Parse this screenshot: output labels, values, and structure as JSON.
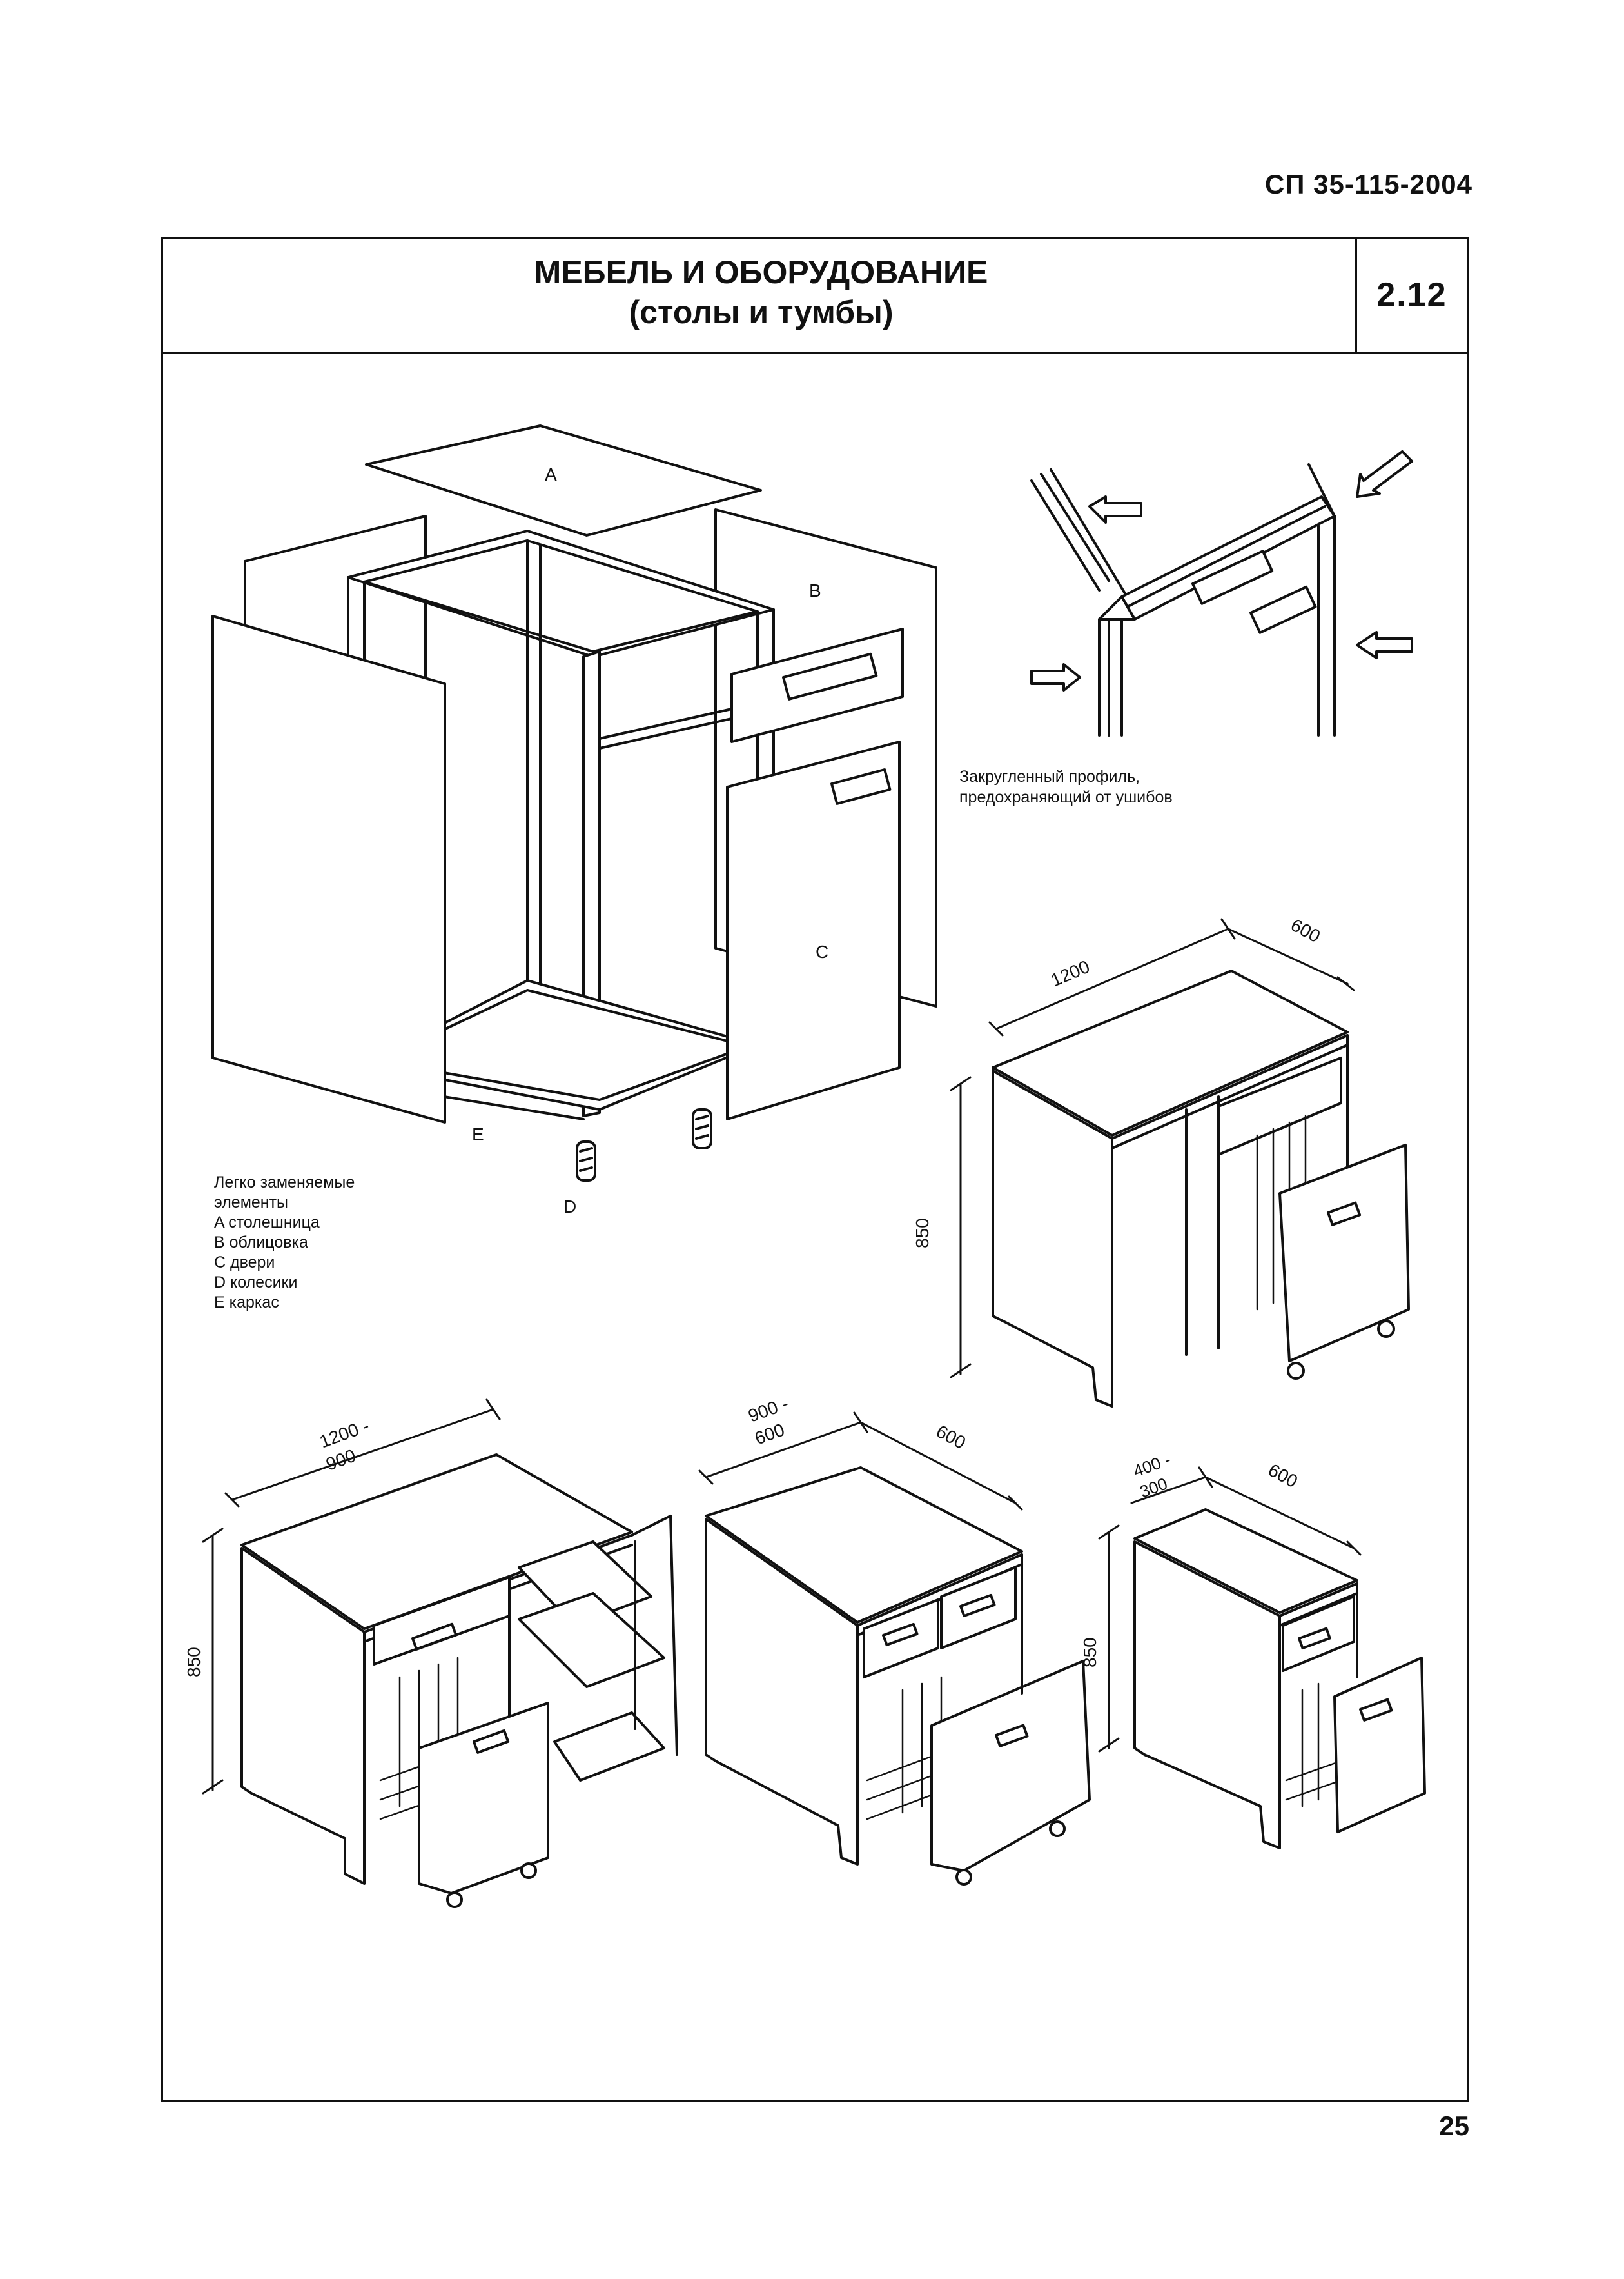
{
  "document": {
    "code": "СП 35-115-2004",
    "page_number": "25"
  },
  "sheet": {
    "title": "МЕБЕЛЬ И ОБОРУДОВАНИЕ",
    "subtitle": "(столы и тумбы)",
    "number": "2.12"
  },
  "exploded_view": {
    "part_labels": {
      "a": "A",
      "b": "B",
      "c": "C",
      "d": "D",
      "e": "E"
    }
  },
  "profile_detail": {
    "caption_line1": "Закругленный профиль,",
    "caption_line2": "предохраняющий от ушибов"
  },
  "legend": {
    "heading_line1": "Легко заменяемые",
    "heading_line2": "элементы",
    "items": [
      {
        "key": "A",
        "text": "столешница"
      },
      {
        "key": "B",
        "text": "облицовка"
      },
      {
        "key": "C",
        "text": "двери"
      },
      {
        "key": "D",
        "text": "колесики"
      },
      {
        "key": "E",
        "text": "каркас"
      }
    ]
  },
  "dimensions": {
    "table_width": "1200",
    "table_depth": "600",
    "table_height": "850",
    "desk_width_line1": "1200 -",
    "desk_width_line2": "900",
    "desk_height": "850",
    "cab_width_line1": "900 -",
    "cab_width_line2": "600",
    "cab_depth": "600",
    "narrow_width_line1": "400 -",
    "narrow_width_line2": "300",
    "narrow_depth": "600",
    "narrow_height": "850"
  }
}
